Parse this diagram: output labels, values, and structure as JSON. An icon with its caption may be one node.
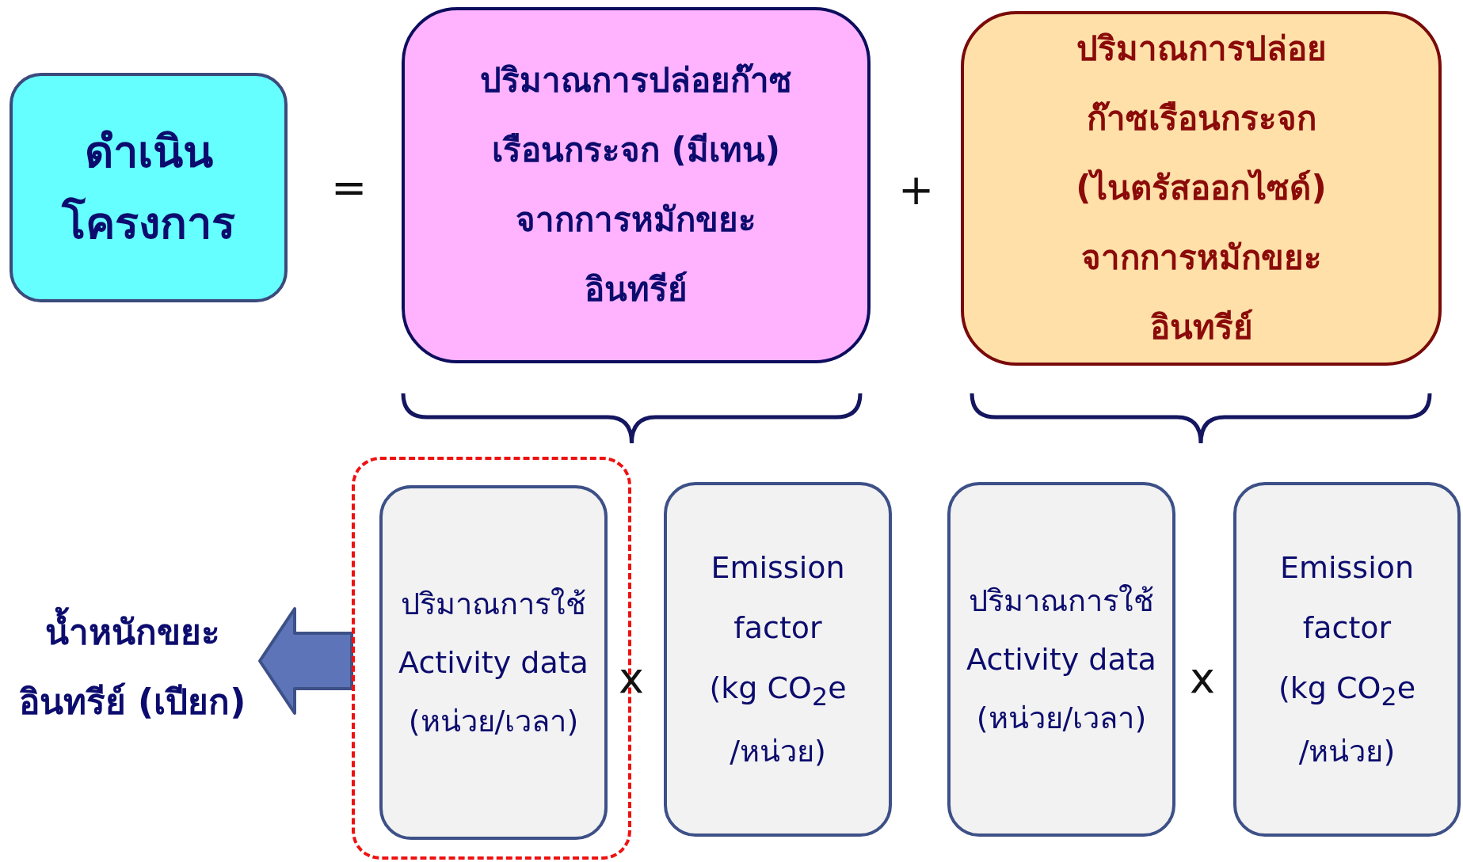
{
  "diagram": {
    "nodes": [
      {
        "text": [
          "ดำเนินโครงการ"
        ]
      },
      {
        "text": [
          "ปริมาณการปล่อยก๊าซเรือนกระจก (มีเทน) จากการหมักขยะอินทรีย์"
        ]
      },
      {
        "text": [
          "ปริมาณการปล่อยก๊าซเรือนกระจก (ไนตรัสออกไซด์) จากการหมักขยะอินทรีย์"
        ]
      },
      {
        "text": [],
        "shape": "box"
      },
      {
        "text": [
          "ปริมาณการใช้",
          "Activity data",
          "(หน่วย/เวลา)"
        ],
        "in": 3
      },
      {
        "text": [
          "Emission factor",
          "(kg CO$_{2}$e /หน่วย)"
        ]
      },
      {
        "text": [
          "ปริมาณการใช้",
          "Activity data",
          "(หน่วย/เวลา)"
        ]
      },
      {
        "text": [
          "Emission factor",
          "(kg CO$_{2}$e /หน่วย)"
        ]
      },
      {
        "text": [
          "น้ำหนักขยะอินทรีย์ (เปียก)"
        ]
      }
    ],
    "edges": [
      {
        "from": 3,
        "to": 8,
        "arrow": "to"
      }
    ],
    "labels": [
      "=",
      "+",
      "x",
      "x"
    ]
  }
}
